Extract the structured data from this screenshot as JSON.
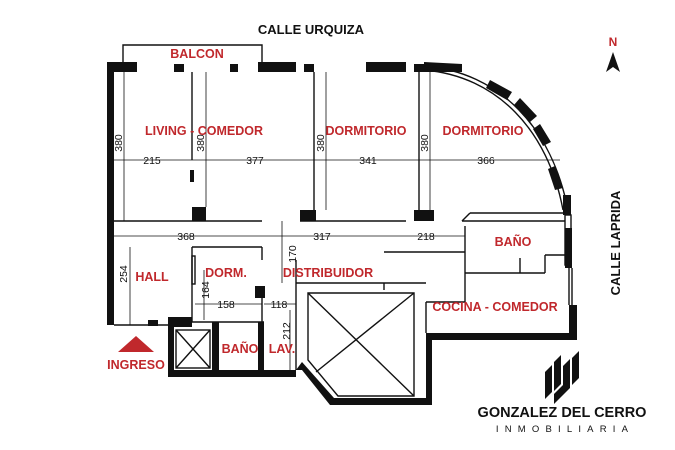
{
  "streets": {
    "top": "CALLE URQUIZA",
    "right": "CALLE LAPRIDA"
  },
  "north_label": "N",
  "rooms": {
    "balcon": "BALCON",
    "living": "LIVING - COMEDOR",
    "dormitorio1": "DORMITORIO",
    "dormitorio2": "DORMITORIO",
    "bano1": "BAÑO",
    "hall": "HALL",
    "dorm_small": "DORM.",
    "distribuidor": "DISTRIBUIDOR",
    "cocina": "COCINA - COMEDOR",
    "bano2": "BAÑO",
    "lav": "LAV.",
    "ingreso": "INGRESO"
  },
  "dimensions": {
    "living_depth": "380",
    "living_width_a": "215",
    "living_depth_b": "380",
    "living_width_b": "377",
    "dorm1_depth": "380",
    "dorm1_width": "341",
    "dorm2_depth": "380",
    "dorm2_width": "366",
    "corridor_a": "368",
    "corridor_b": "317",
    "corridor_c": "218",
    "distrib_depth": "170",
    "hall_depth": "254",
    "dorm_small_depth": "164",
    "dorm_small_width": "158",
    "distrib_width": "118",
    "lav_depth": "212"
  },
  "brand": {
    "name": "GONZALEZ DEL CERRO",
    "subtitle": "INMOBILIARIA"
  },
  "colors": {
    "label_red": "#c0282c",
    "wall_black": "#111111"
  }
}
